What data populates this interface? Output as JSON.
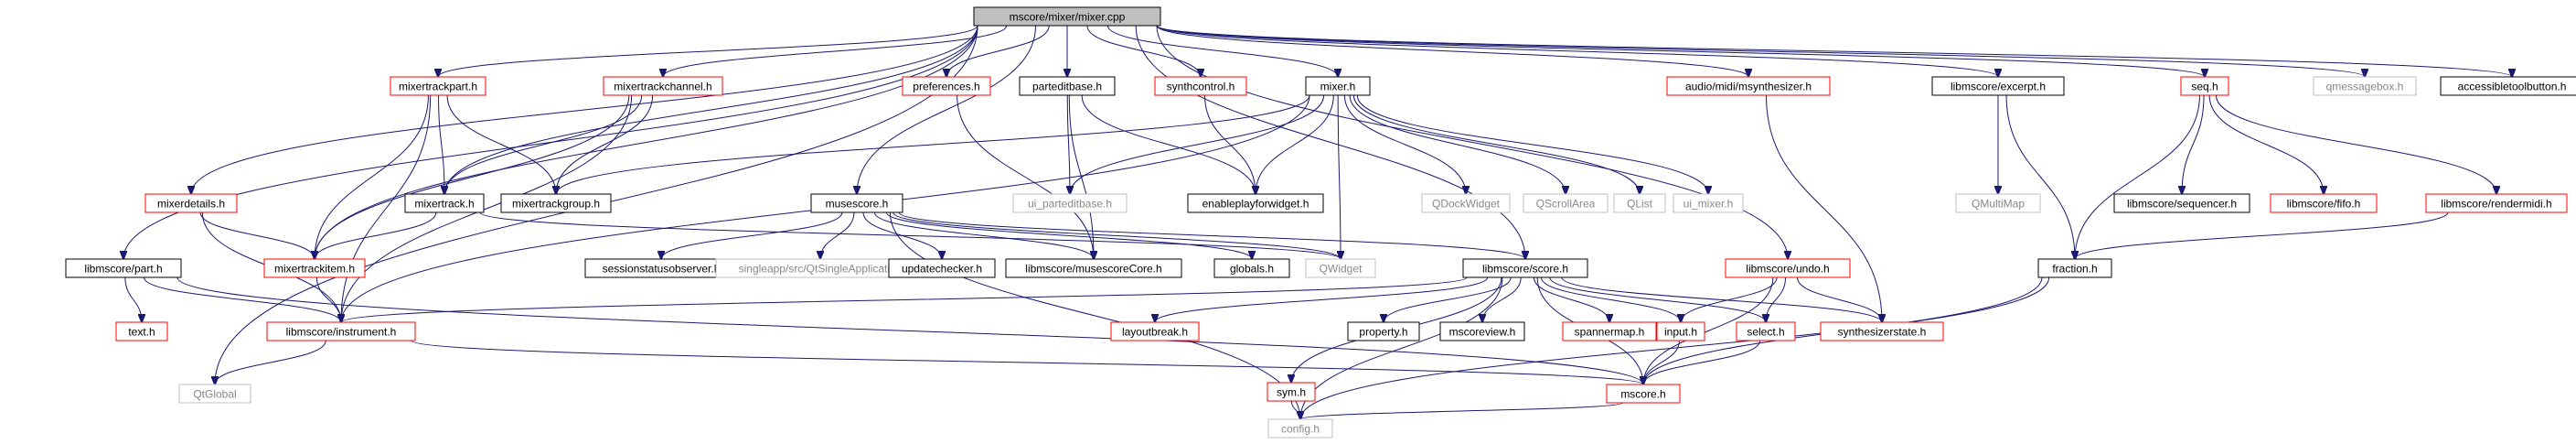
{
  "diagram": {
    "root": "mscore/mixer/mixer.cpp",
    "nodes": [
      {
        "id": "root",
        "label": "mscore/mixer/mixer.cpp",
        "style": "root"
      },
      {
        "id": "mixertrackpart",
        "label": "mixertrackpart.h",
        "style": "red"
      },
      {
        "id": "mixertrackchannel",
        "label": "mixertrackchannel.h",
        "style": "red"
      },
      {
        "id": "musescore",
        "label": "musescore.h",
        "style": "black"
      },
      {
        "id": "preferences",
        "label": "preferences.h",
        "style": "red"
      },
      {
        "id": "parteditbase",
        "label": "parteditbase.h",
        "style": "black"
      },
      {
        "id": "synthcontrol",
        "label": "synthcontrol.h",
        "style": "red"
      },
      {
        "id": "mixer_h",
        "label": "mixer.h",
        "style": "black"
      },
      {
        "id": "msynthesizer",
        "label": "audio/midi/msynthesizer.h",
        "style": "red"
      },
      {
        "id": "excerpt",
        "label": "libmscore/excerpt.h",
        "style": "black"
      },
      {
        "id": "seq",
        "label": "seq.h",
        "style": "red"
      },
      {
        "id": "qmessagebox",
        "label": "qmessagebox.h",
        "style": "gray"
      },
      {
        "id": "accessibletoolbutton",
        "label": "accessibletoolbutton.h",
        "style": "black"
      },
      {
        "id": "mixerdetails",
        "label": "mixerdetails.h",
        "style": "red"
      },
      {
        "id": "part",
        "label": "libmscore/part.h",
        "style": "black"
      },
      {
        "id": "mixertrack",
        "label": "mixertrack.h",
        "style": "black"
      },
      {
        "id": "mixertrackgroup",
        "label": "mixertrackgroup.h",
        "style": "black"
      },
      {
        "id": "mixertrackitem",
        "label": "mixertrackitem.h",
        "style": "red"
      },
      {
        "id": "ui_parteditbase",
        "label": "ui_parteditbase.h",
        "style": "gray"
      },
      {
        "id": "enableplayforwidget",
        "label": "enableplayforwidget.h",
        "style": "black"
      },
      {
        "id": "qdockwidget",
        "label": "QDockWidget",
        "style": "gray"
      },
      {
        "id": "qscrollarea",
        "label": "QScrollArea",
        "style": "gray"
      },
      {
        "id": "qlist",
        "label": "QList",
        "style": "gray"
      },
      {
        "id": "ui_mixer",
        "label": "ui_mixer.h",
        "style": "gray"
      },
      {
        "id": "qmultimap",
        "label": "QMultiMap",
        "style": "gray"
      },
      {
        "id": "sequencer",
        "label": "libmscore/sequencer.h",
        "style": "black"
      },
      {
        "id": "fifo",
        "label": "libmscore/fifo.h",
        "style": "red"
      },
      {
        "id": "rendermidi",
        "label": "libmscore/rendermidi.h",
        "style": "red"
      },
      {
        "id": "sessionstatusobserver",
        "label": "sessionstatusobserver.h",
        "style": "black"
      },
      {
        "id": "qtsingleapp",
        "label": "singleapp/src/QtSingleApplication",
        "style": "gray"
      },
      {
        "id": "updatechecker",
        "label": "updatechecker.h",
        "style": "black"
      },
      {
        "id": "musescorecore",
        "label": "libmscore/musescoreCore.h",
        "style": "black"
      },
      {
        "id": "globals",
        "label": "globals.h",
        "style": "black"
      },
      {
        "id": "qwidget",
        "label": "QWidget",
        "style": "gray"
      },
      {
        "id": "score",
        "label": "libmscore/score.h",
        "style": "black"
      },
      {
        "id": "undo",
        "label": "libmscore/undo.h",
        "style": "red"
      },
      {
        "id": "fraction",
        "label": "fraction.h",
        "style": "black"
      },
      {
        "id": "text",
        "label": "text.h",
        "style": "red"
      },
      {
        "id": "instrument",
        "label": "libmscore/instrument.h",
        "style": "red"
      },
      {
        "id": "layoutbreak",
        "label": "layoutbreak.h",
        "style": "red"
      },
      {
        "id": "property",
        "label": "property.h",
        "style": "black"
      },
      {
        "id": "mscoreview",
        "label": "mscoreview.h",
        "style": "black"
      },
      {
        "id": "spannermap",
        "label": "spannermap.h",
        "style": "red"
      },
      {
        "id": "input",
        "label": "input.h",
        "style": "red"
      },
      {
        "id": "select",
        "label": "select.h",
        "style": "red"
      },
      {
        "id": "synthesizerstate",
        "label": "synthesizerstate.h",
        "style": "red"
      },
      {
        "id": "qtglobal",
        "label": "QtGlobal",
        "style": "gray"
      },
      {
        "id": "sym",
        "label": "sym.h",
        "style": "red"
      },
      {
        "id": "mscore",
        "label": "mscore.h",
        "style": "red"
      },
      {
        "id": "config",
        "label": "config.h",
        "style": "gray"
      }
    ],
    "edges": [
      [
        "root",
        "mixertrackpart"
      ],
      [
        "root",
        "mixertrackchannel"
      ],
      [
        "root",
        "musescore"
      ],
      [
        "root",
        "preferences"
      ],
      [
        "root",
        "parteditbase"
      ],
      [
        "root",
        "synthcontrol"
      ],
      [
        "root",
        "mixer_h"
      ],
      [
        "root",
        "msynthesizer"
      ],
      [
        "root",
        "excerpt"
      ],
      [
        "root",
        "seq"
      ],
      [
        "root",
        "qmessagebox"
      ],
      [
        "root",
        "accessibletoolbutton"
      ],
      [
        "root",
        "mixerdetails"
      ],
      [
        "root",
        "part"
      ],
      [
        "root",
        "mixertrack"
      ],
      [
        "root",
        "mixertrackitem"
      ],
      [
        "root",
        "score"
      ],
      [
        "root",
        "undo"
      ],
      [
        "root",
        "qtglobal"
      ],
      [
        "mixertrackpart",
        "mixertrack"
      ],
      [
        "mixertrackpart",
        "mixertrackgroup"
      ],
      [
        "mixertrackpart",
        "mixertrackitem"
      ],
      [
        "mixertrackpart",
        "instrument"
      ],
      [
        "mixertrackchannel",
        "mixertrack"
      ],
      [
        "mixertrackchannel",
        "mixertrackgroup"
      ],
      [
        "mixertrackchannel",
        "mixertrackitem"
      ],
      [
        "mixertrackchannel",
        "instrument"
      ],
      [
        "mixerdetails",
        "mixertrackitem"
      ],
      [
        "mixerdetails",
        "instrument"
      ],
      [
        "mixertrack",
        "mixertrackitem"
      ],
      [
        "mixertrack",
        "qwidget"
      ],
      [
        "mixertrackitem",
        "instrument"
      ],
      [
        "part",
        "text"
      ],
      [
        "part",
        "instrument"
      ],
      [
        "part",
        "mscore"
      ],
      [
        "musescore",
        "sessionstatusobserver"
      ],
      [
        "musescore",
        "qtsingleapp"
      ],
      [
        "musescore",
        "updatechecker"
      ],
      [
        "musescore",
        "musescorecore"
      ],
      [
        "musescore",
        "globals"
      ],
      [
        "musescore",
        "score"
      ],
      [
        "musescore",
        "config"
      ],
      [
        "musescore",
        "qwidget"
      ],
      [
        "preferences",
        "musescorecore"
      ],
      [
        "parteditbase",
        "ui_parteditbase"
      ],
      [
        "parteditbase",
        "enableplayforwidget"
      ],
      [
        "parteditbase",
        "musescorecore"
      ],
      [
        "synthcontrol",
        "enableplayforwidget"
      ],
      [
        "mixer_h",
        "mixertrackgroup"
      ],
      [
        "mixer_h",
        "ui_parteditbase"
      ],
      [
        "mixer_h",
        "enableplayforwidget"
      ],
      [
        "mixer_h",
        "qdockwidget"
      ],
      [
        "mixer_h",
        "qscrollarea"
      ],
      [
        "mixer_h",
        "qlist"
      ],
      [
        "mixer_h",
        "ui_mixer"
      ],
      [
        "mixer_h",
        "qwidget"
      ],
      [
        "mixer_h",
        "instrument"
      ],
      [
        "msynthesizer",
        "synthesizerstate"
      ],
      [
        "excerpt",
        "qmultimap"
      ],
      [
        "excerpt",
        "fraction"
      ],
      [
        "seq",
        "sequencer"
      ],
      [
        "seq",
        "fifo"
      ],
      [
        "seq",
        "rendermidi"
      ],
      [
        "seq",
        "fraction"
      ],
      [
        "rendermidi",
        "fraction"
      ],
      [
        "score",
        "instrument"
      ],
      [
        "score",
        "layoutbreak"
      ],
      [
        "score",
        "property"
      ],
      [
        "score",
        "mscoreview"
      ],
      [
        "score",
        "spannermap"
      ],
      [
        "score",
        "input"
      ],
      [
        "score",
        "select"
      ],
      [
        "score",
        "synthesizerstate"
      ],
      [
        "score",
        "sym"
      ],
      [
        "score",
        "mscore"
      ],
      [
        "score",
        "config"
      ],
      [
        "undo",
        "input"
      ],
      [
        "undo",
        "select"
      ],
      [
        "undo",
        "synthesizerstate"
      ],
      [
        "undo",
        "mscore"
      ],
      [
        "input",
        "mscore"
      ],
      [
        "select",
        "mscore"
      ],
      [
        "instrument",
        "qtglobal"
      ],
      [
        "instrument",
        "mscore"
      ],
      [
        "sym",
        "config"
      ],
      [
        "mscore",
        "config"
      ],
      [
        "fraction",
        "mscore"
      ],
      [
        "fraction",
        "config"
      ]
    ]
  }
}
